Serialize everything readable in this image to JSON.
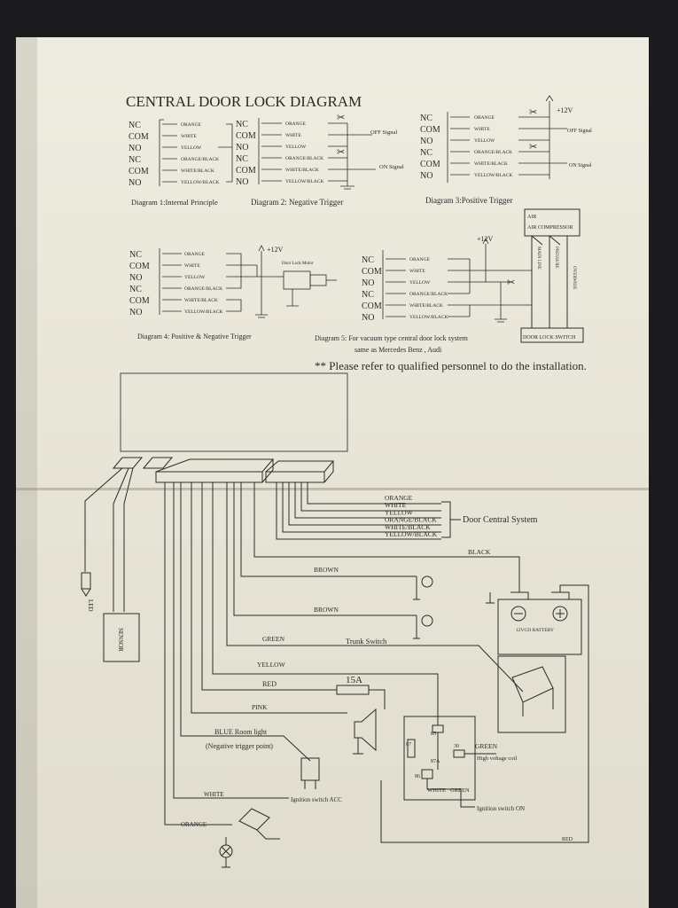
{
  "title": "CENTRAL DOOR LOCK DIAGRAM",
  "relay_terms": [
    "NC",
    "COM",
    "NO",
    "NC",
    "COM",
    "NO"
  ],
  "wire_colors": [
    "ORANGE",
    "WHITE",
    "YELLOW",
    "ORANGE/BLACK",
    "WHITE/BLACK",
    "YELLOW/BLACK"
  ],
  "diagrams": {
    "d1": "Diagram 1:Internal Principle",
    "d2": "Diagram 2: Negative Trigger",
    "d3": "Diagram 3:Positive Trigger",
    "d4": "Diagram 4: Positive & Negative Trigger",
    "d5_line1": "Diagram 5: For vacuum type central door lock system",
    "d5_line2": "same as Mercedes Benz , Audi"
  },
  "signals": {
    "off": "OFF Signal",
    "on": "ON Signal",
    "plus12": "+12V",
    "door_lock_motor": "Door Lock Motor"
  },
  "vacuum": {
    "air_compressor": "AIR COMPRESSOR",
    "door_lock_switch": "DOOR LOCK SWITCH",
    "lines": [
      "MAIN LINE",
      "PRESSURE",
      "OVERWIDE"
    ]
  },
  "notice": "** Please refer to qualified personnel to do the installation.",
  "main": {
    "door_central_system": "Door Central System",
    "led": "LED",
    "sensor": "SENSOR",
    "battery": "12VCD BATTERY",
    "fuse": "15A",
    "wires": {
      "black": "BLACK",
      "brown1": "BROWN",
      "brown2": "BROWN",
      "green": "GREEN",
      "trunk_switch": "Trunk Switch",
      "yellow": "YELLOW",
      "red": "RED",
      "pink": "PINK",
      "blue": "BLUE  Room  light",
      "blue_note": "(Negative trigger point)",
      "white": "WHITE",
      "ignition_acc": "Ignition switch ACC",
      "orange": "ORANGE",
      "relay_green": "GREEN",
      "relay_white": "WHITE",
      "relay_green2": "GREEN",
      "high_voltage": "High voltage coil",
      "ignition_on": "Ignition switch ON",
      "red_bottom": "RED"
    },
    "relay_pins": [
      "85",
      "87",
      "30",
      "87A",
      "86"
    ]
  }
}
